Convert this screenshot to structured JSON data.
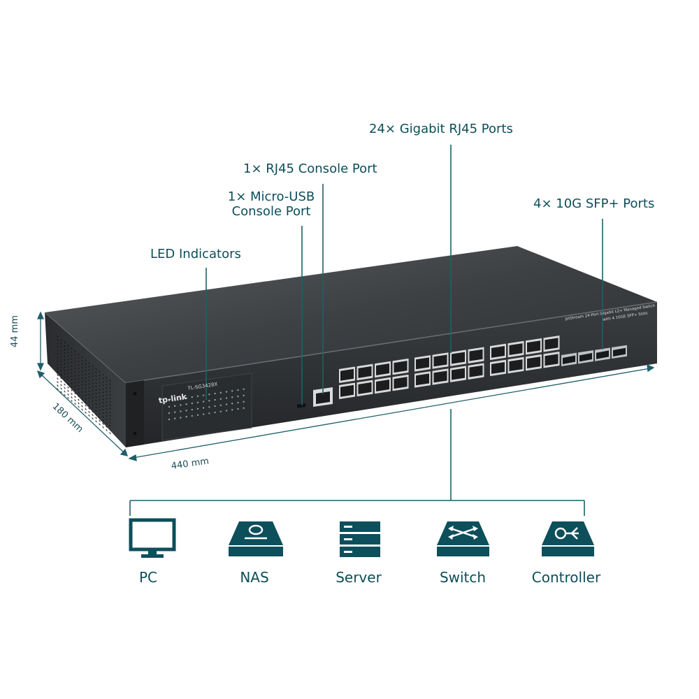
{
  "callouts": {
    "rj45_ports": "24× Gigabit RJ45 Ports",
    "rj45_console": "1× RJ45 Console Port",
    "usb_console_line1": "1× Micro-USB",
    "usb_console_line2": "Console Port",
    "sfp_ports": "4× 10G SFP+ Ports",
    "led": "LED Indicators"
  },
  "dimensions": {
    "height": "44 mm",
    "depth": "180 mm",
    "width": "440 mm"
  },
  "switch_panel": {
    "brand": "tp-link",
    "model": "TL-SG3428X",
    "description_line1": "JetStream 24-Port Gigabit L2+ Managed Switch",
    "description_line2": "with 4 10GE SFP+ Slots"
  },
  "devices": [
    {
      "label": "PC",
      "icon": "pc-icon"
    },
    {
      "label": "NAS",
      "icon": "nas-icon"
    },
    {
      "label": "Server",
      "icon": "server-icon"
    },
    {
      "label": "Switch",
      "icon": "switch-icon"
    },
    {
      "label": "Controller",
      "icon": "controller-icon"
    }
  ],
  "colors": {
    "accent": "#0d4f5b",
    "chassis_top": "#4a4d50",
    "chassis_front": "#2b2d30"
  }
}
